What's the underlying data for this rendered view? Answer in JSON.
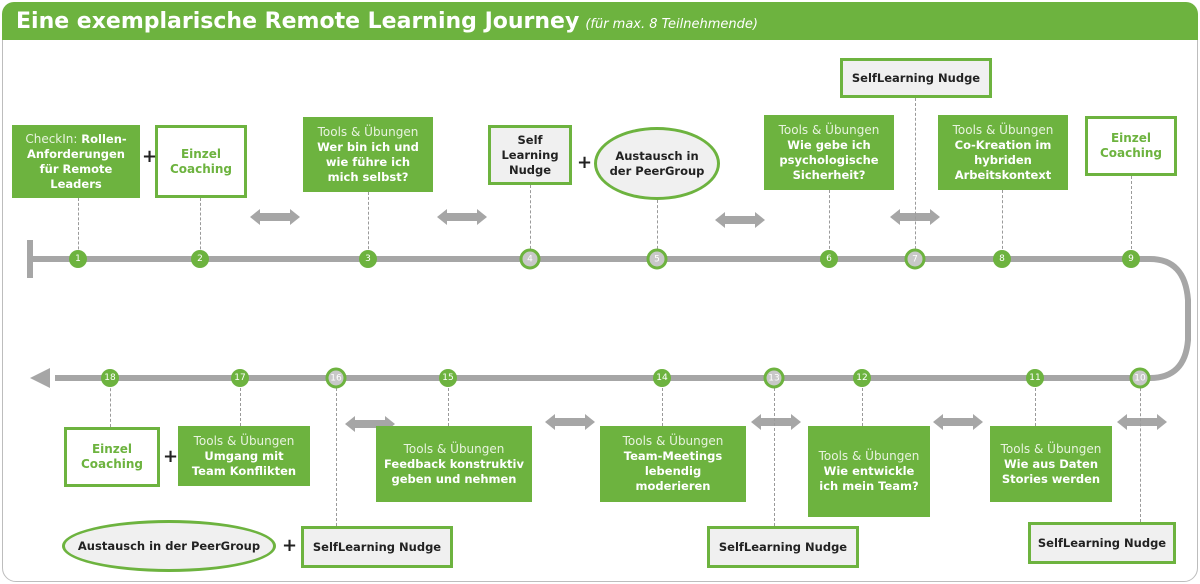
{
  "header": {
    "title": "Eine exemplarische Remote Learning Journey",
    "subtitle": "(für max. 8 Teilnehmende)"
  },
  "colors": {
    "accent": "#6db33f",
    "timeline": "#a6a6a6",
    "nudge_bg": "#f0f0f0"
  },
  "plus_sign": "+",
  "steps": [
    {
      "n": "1",
      "type": "tools",
      "lead": "CheckIn: ",
      "text": "Rollen-Anforderungen für Remote Leaders"
    },
    {
      "n": "2",
      "type": "coaching",
      "text": "Einzel Coaching"
    },
    {
      "n": "3",
      "type": "tools",
      "lead": "Tools & Übungen",
      "text": "Wer bin ich und wie führe ich mich selbst?"
    },
    {
      "n": "4",
      "type": "nudge",
      "text": "Self Learning Nudge"
    },
    {
      "n": "5",
      "type": "peergroup",
      "text": "Austausch in der PeerGroup"
    },
    {
      "n": "6",
      "type": "tools",
      "lead": "Tools & Übungen",
      "text": "Wie gebe ich psychologische Sicherheit?"
    },
    {
      "n": "7",
      "type": "nudge",
      "text": "SelfLearning Nudge"
    },
    {
      "n": "8",
      "type": "tools",
      "lead": "Tools & Übungen",
      "text": "Co-Kreation im hybriden Arbeitskontext"
    },
    {
      "n": "9",
      "type": "coaching",
      "text": "Einzel Coaching"
    },
    {
      "n": "10",
      "type": "nudge",
      "text": "SelfLearning Nudge"
    },
    {
      "n": "11",
      "type": "tools",
      "lead": "Tools & Übungen",
      "text": "Wie aus Daten Stories werden"
    },
    {
      "n": "12",
      "type": "tools",
      "lead": "Tools & Übungen",
      "text": "Wie entwickle ich mein Team?"
    },
    {
      "n": "13",
      "type": "nudge",
      "text": "SelfLearning Nudge"
    },
    {
      "n": "14",
      "type": "tools",
      "lead": "Tools & Übungen",
      "text": "Team-Meetings lebendig moderieren"
    },
    {
      "n": "15",
      "type": "tools",
      "lead": "Tools & Übungen",
      "text": "Feedback konstruktiv geben und nehmen"
    },
    {
      "n": "16",
      "type": "nudge",
      "text": "SelfLearning Nudge"
    },
    {
      "n": "17",
      "type": "tools",
      "lead": "Tools & Übungen",
      "text": "Umgang mit Team Konflikten"
    },
    {
      "n": "18",
      "type": "coaching",
      "text": "Einzel Coaching"
    }
  ],
  "extra": {
    "peergroup_bottom": "Austausch in der PeerGroup"
  }
}
